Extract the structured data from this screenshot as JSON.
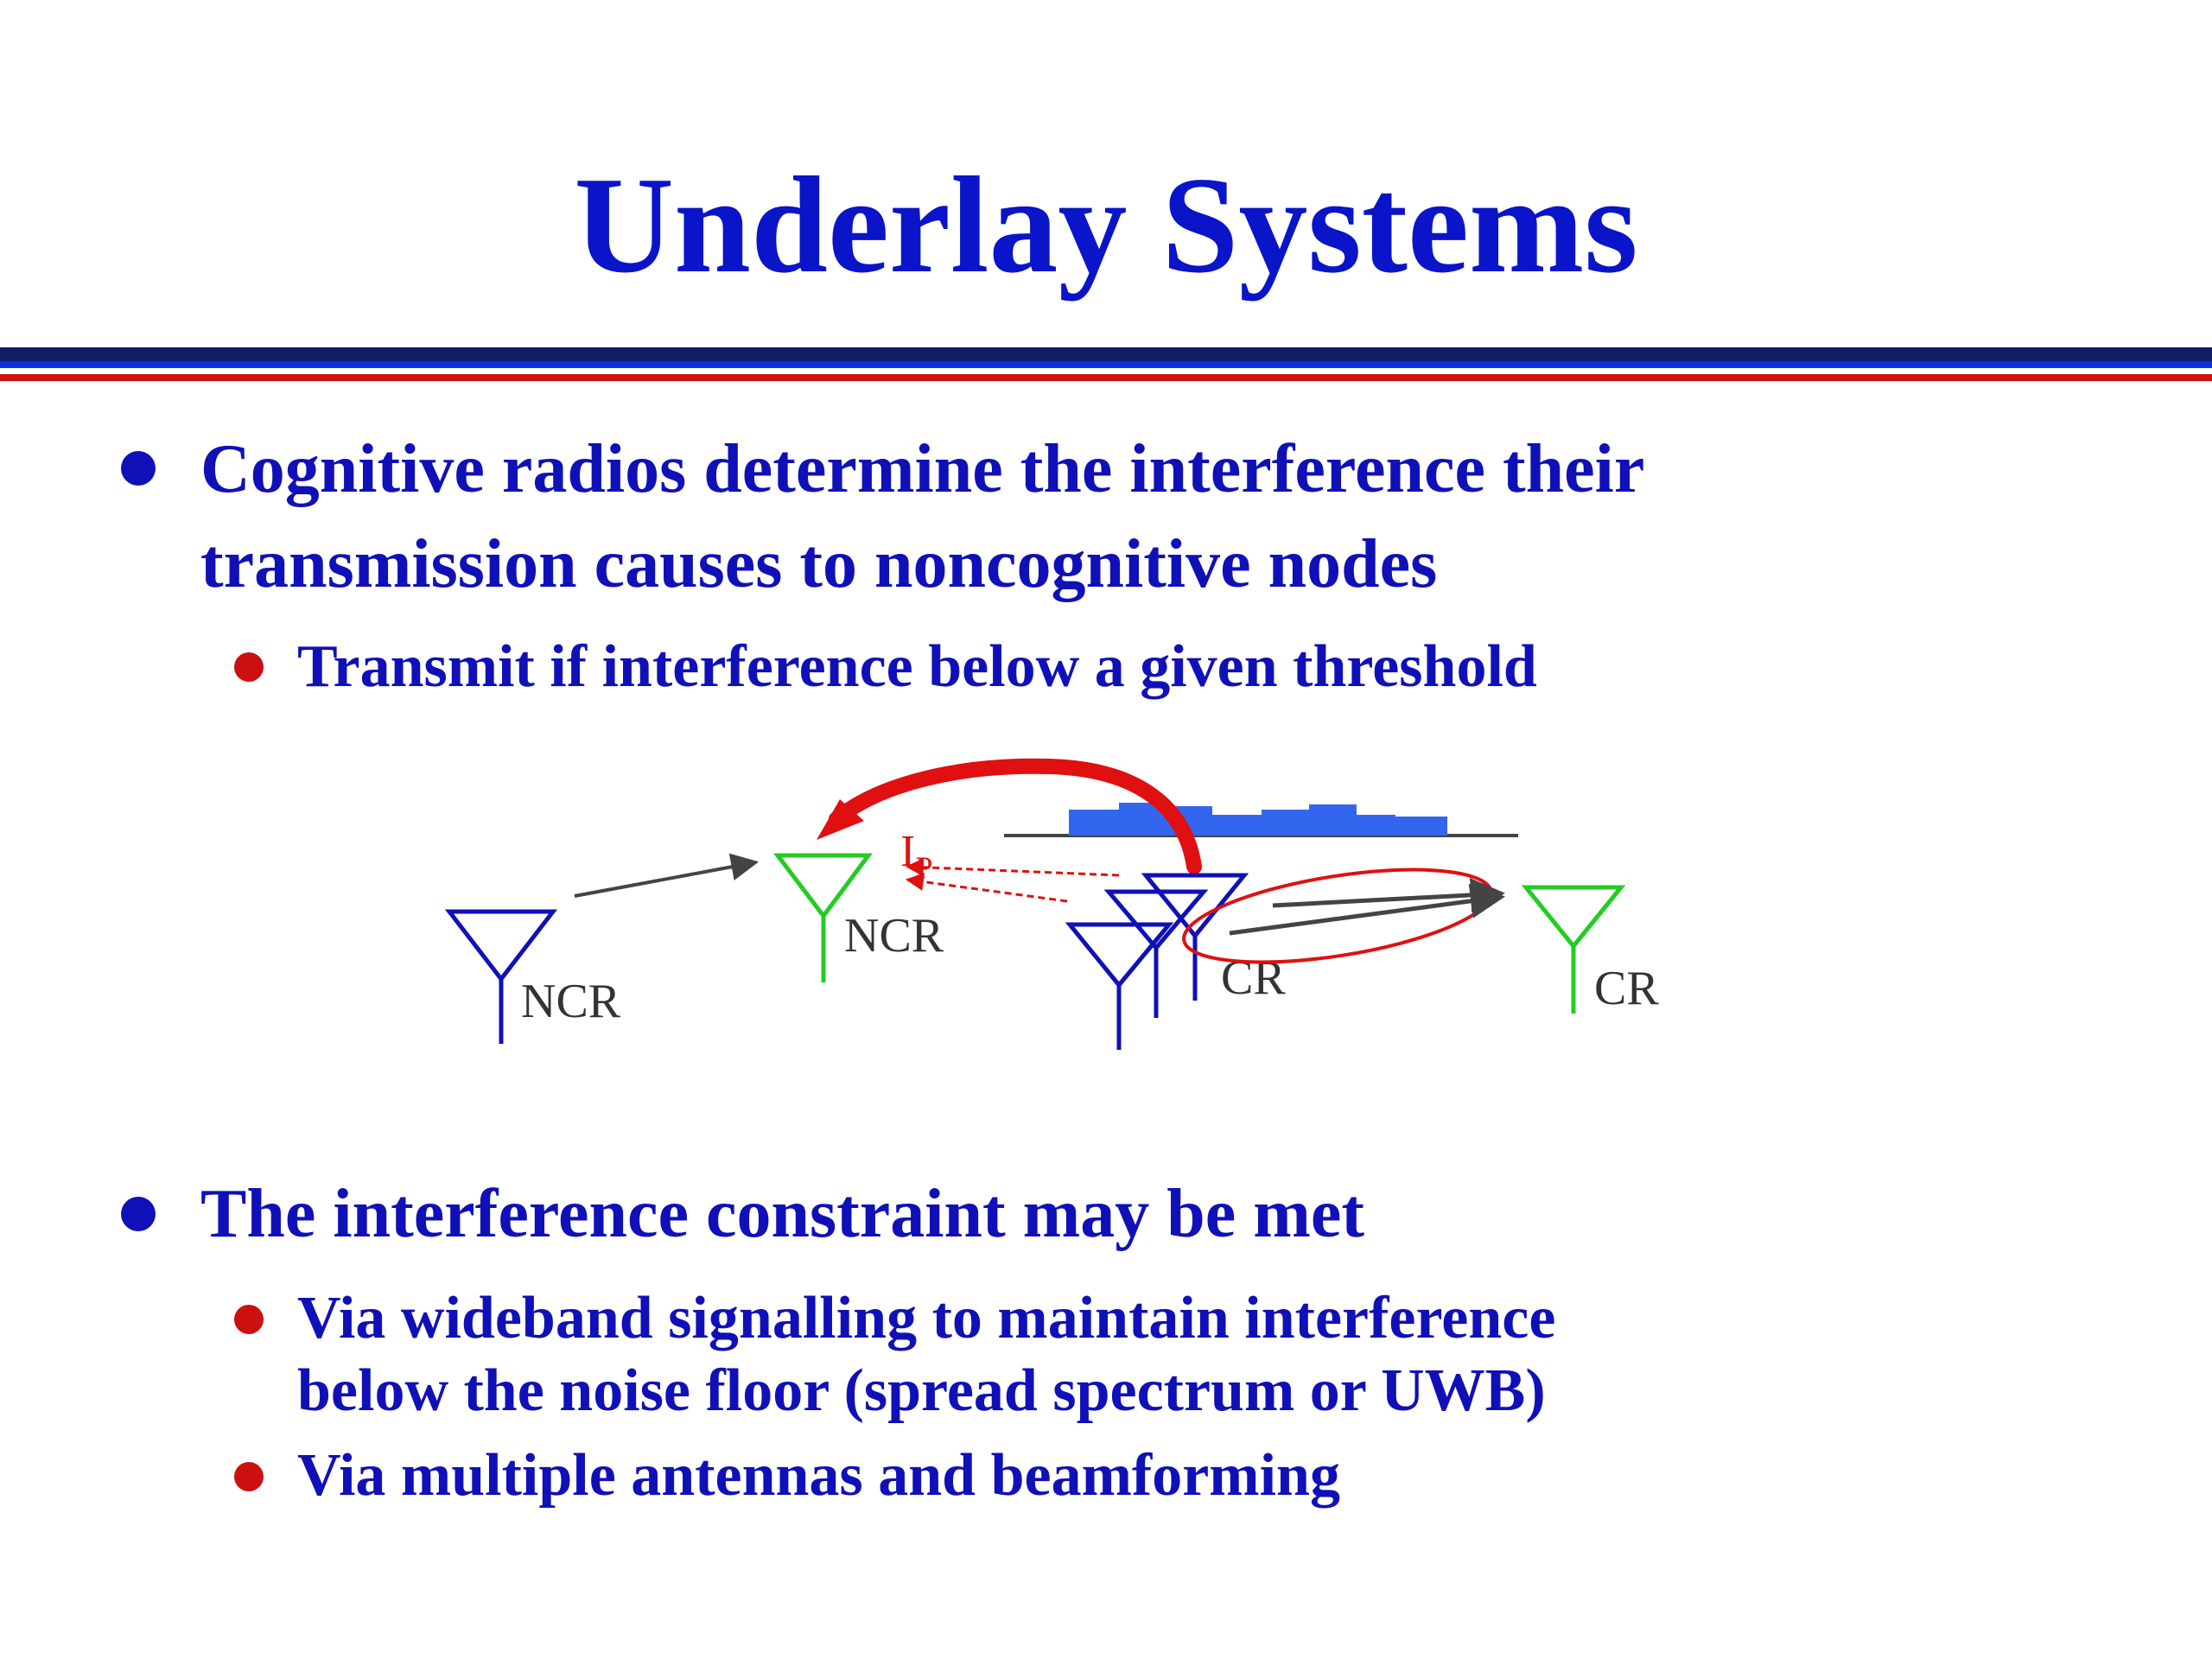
{
  "slide": {
    "title": "Underlay Systems",
    "bullets": [
      {
        "lines": [
          "Cognitive radios determine the interference their",
          "transmission causes to noncognitive nodes"
        ],
        "subbullets": [
          {
            "lines": [
              "Transmit if interference below a given threshold"
            ]
          }
        ]
      },
      {
        "lines": [
          "The interference constraint may be met"
        ],
        "subbullets": [
          {
            "lines": [
              "Via wideband signalling to maintain interference",
              "below the noise floor (spread spectrum or UWB)"
            ]
          },
          {
            "lines": [
              "Via multiple antennas and beamforming"
            ]
          }
        ]
      }
    ]
  },
  "diagram": {
    "labels": {
      "ncr_left": "NCR",
      "ncr_middle": "NCR",
      "cr_transmitter": "CR",
      "cr_receiver": "CR",
      "interference_symbol": "I",
      "interference_subscript": "P"
    },
    "colors": {
      "noncognitive_antenna": "#22cc22",
      "cognitive_antenna": "#1010b8",
      "interference": "#e01010",
      "spectrum_bars": "#3366ee",
      "link_arrow": "#444444"
    }
  }
}
